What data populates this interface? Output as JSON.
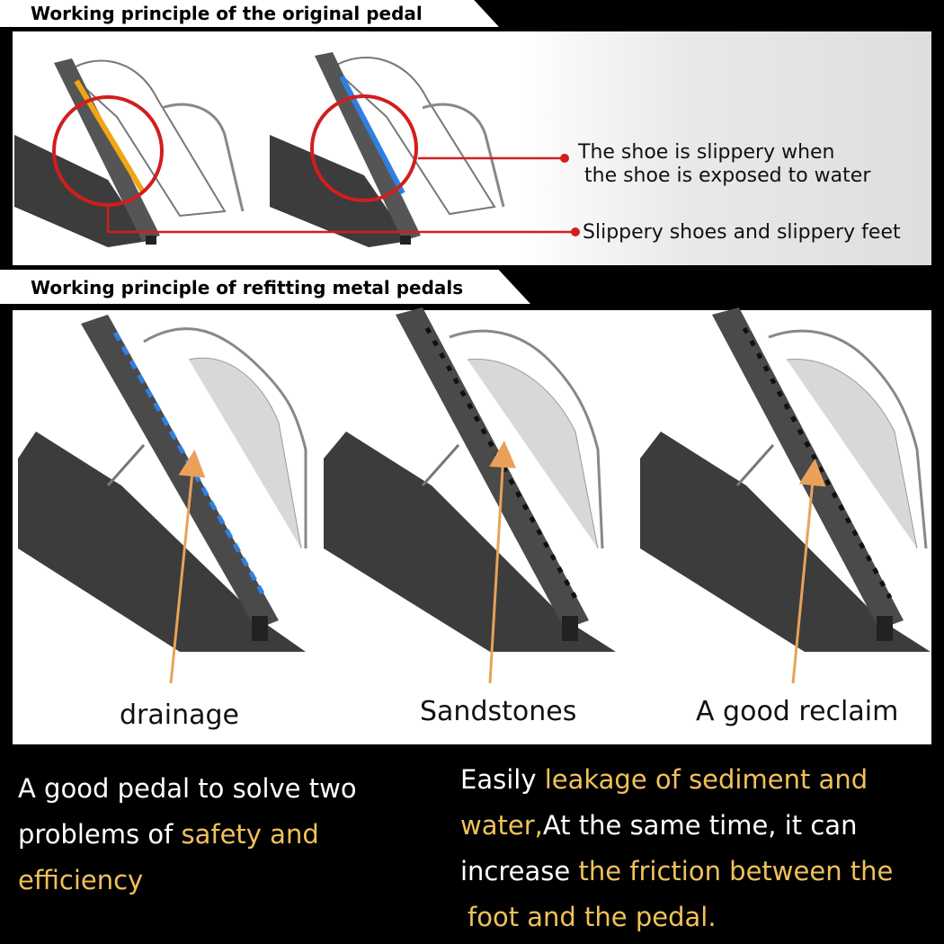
{
  "headers": {
    "original": "Working principle of the original pedal",
    "refit": "Working principle of refitting metal pedals"
  },
  "callouts": {
    "wet_line1": "The shoe is slippery when",
    "wet_line2": "the shoe is exposed to water",
    "slippery": "Slippery shoes and slippery feet"
  },
  "labels": [
    "drainage",
    "Sandstones",
    "A good reclaim"
  ],
  "bottom_left": {
    "line1": "A good pedal to solve two",
    "line2_plain": "problems of ",
    "line2_hl": "safety and",
    "line3_hl": "efficiency"
  },
  "bottom_right": {
    "line1_plain": "Easily ",
    "line1_hl": "leakage of sediment and",
    "line2_hl": "water,",
    "line2_plain": "At the same time, it can",
    "line3_plain": "increase ",
    "line3_hl": "the friction between the",
    "line4_hl": "foot and the pedal."
  },
  "colors": {
    "highlight": "#f1c15a",
    "callout_red": "#d21e1e",
    "arrow_orange": "#e9a15a",
    "water_blue": "#2f7fe0",
    "original_yellow": "#f2a516"
  }
}
